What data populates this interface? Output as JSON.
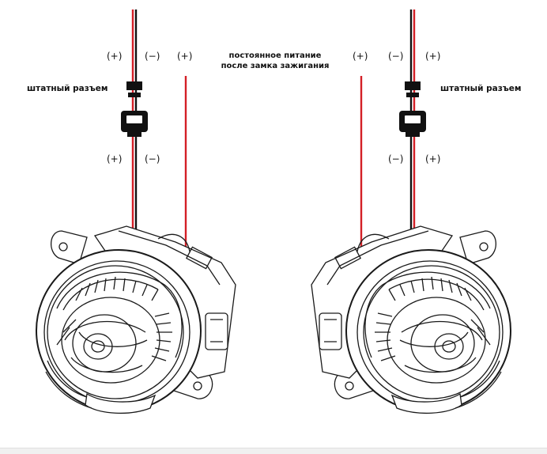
{
  "polarity": {
    "left_top_plus": "(+)",
    "left_top_minus": "(−)",
    "left_feed_plus": "(+)",
    "left_bottom_plus": "(+)",
    "left_bottom_minus": "(−)",
    "right_feed_plus": "(+)",
    "right_top_minus": "(−)",
    "right_top_plus": "(+)",
    "right_bottom_minus": "(−)",
    "right_bottom_plus": "(+)"
  },
  "labels": {
    "left_connector": "штатный разъем",
    "right_connector": "штатный разъем",
    "caption_line1": "постоянное питание",
    "caption_line2": "после замка зажигания"
  },
  "colors": {
    "positive_wire": "#d41f26",
    "negative_wire": "#111111",
    "outline": "#1a1a1a"
  }
}
